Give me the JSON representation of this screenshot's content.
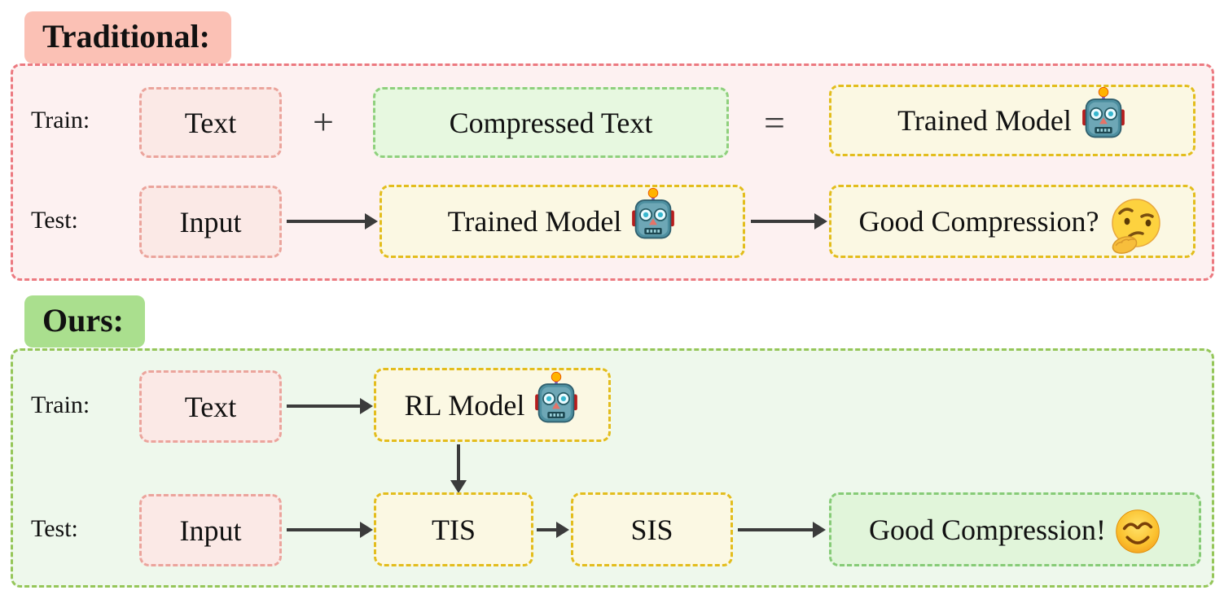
{
  "traditional": {
    "label": "Traditional:",
    "train": {
      "row_label": "Train:",
      "text_box": "Text",
      "plus_operator": "+",
      "compressed_text_box": "Compressed Text",
      "equals_operator": "=",
      "trained_model_box": "Trained Model"
    },
    "test": {
      "row_label": "Test:",
      "input_box": "Input",
      "trained_model_box": "Trained Model",
      "good_compression_box": "Good Compression?"
    }
  },
  "ours": {
    "label": "Ours:",
    "train": {
      "row_label": "Train:",
      "text_box": "Text",
      "rl_model_box": "RL Model"
    },
    "test": {
      "row_label": "Test:",
      "input_box": "Input",
      "tis_box": "TIS",
      "sis_box": "SIS",
      "good_compression_box": "Good Compression!"
    }
  },
  "icons": {
    "robot": "robot-emoji",
    "thinking": "thinking-face-emoji",
    "smiling": "smiling-face-with-smiling-eyes-emoji"
  },
  "colors": {
    "traditional_label_bg": "#fbc1b5",
    "traditional_border": "#ec7980",
    "traditional_fill": "#fdf1f1",
    "pink_box_border": "#eba49c",
    "pink_box_fill": "#fbe9e6",
    "green_box_border": "#8fd07d",
    "green_box_fill": "#e7f8e0",
    "yellow_box_border": "#e3bd1d",
    "yellow_box_fill": "#fbf8e3",
    "ours_label_bg": "#aadf8e",
    "ours_border": "#95c659",
    "ours_fill": "#eef8ec",
    "result_green_border": "#86cb77",
    "result_green_fill": "#e1f5da",
    "arrow_color": "#3b3b3b"
  }
}
